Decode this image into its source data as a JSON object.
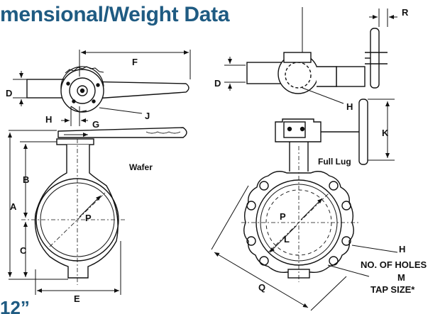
{
  "header": {
    "title": "mensional/Weight Data",
    "subtitle": "12”"
  },
  "views": {
    "wafer": {
      "name": "Wafer"
    },
    "lug": {
      "name": "Full Lug"
    }
  },
  "dimensions": {
    "A": "A",
    "B": "B",
    "C": "C",
    "D": "D",
    "E": "E",
    "F": "F",
    "G": "G",
    "H": "H",
    "J": "J",
    "K": "K",
    "L": "L",
    "P": "P",
    "Q": "Q",
    "R": "R",
    "M": "M"
  },
  "notes": {
    "holes": "NO. OF HOLES",
    "tap": "TAP SIZE*"
  }
}
